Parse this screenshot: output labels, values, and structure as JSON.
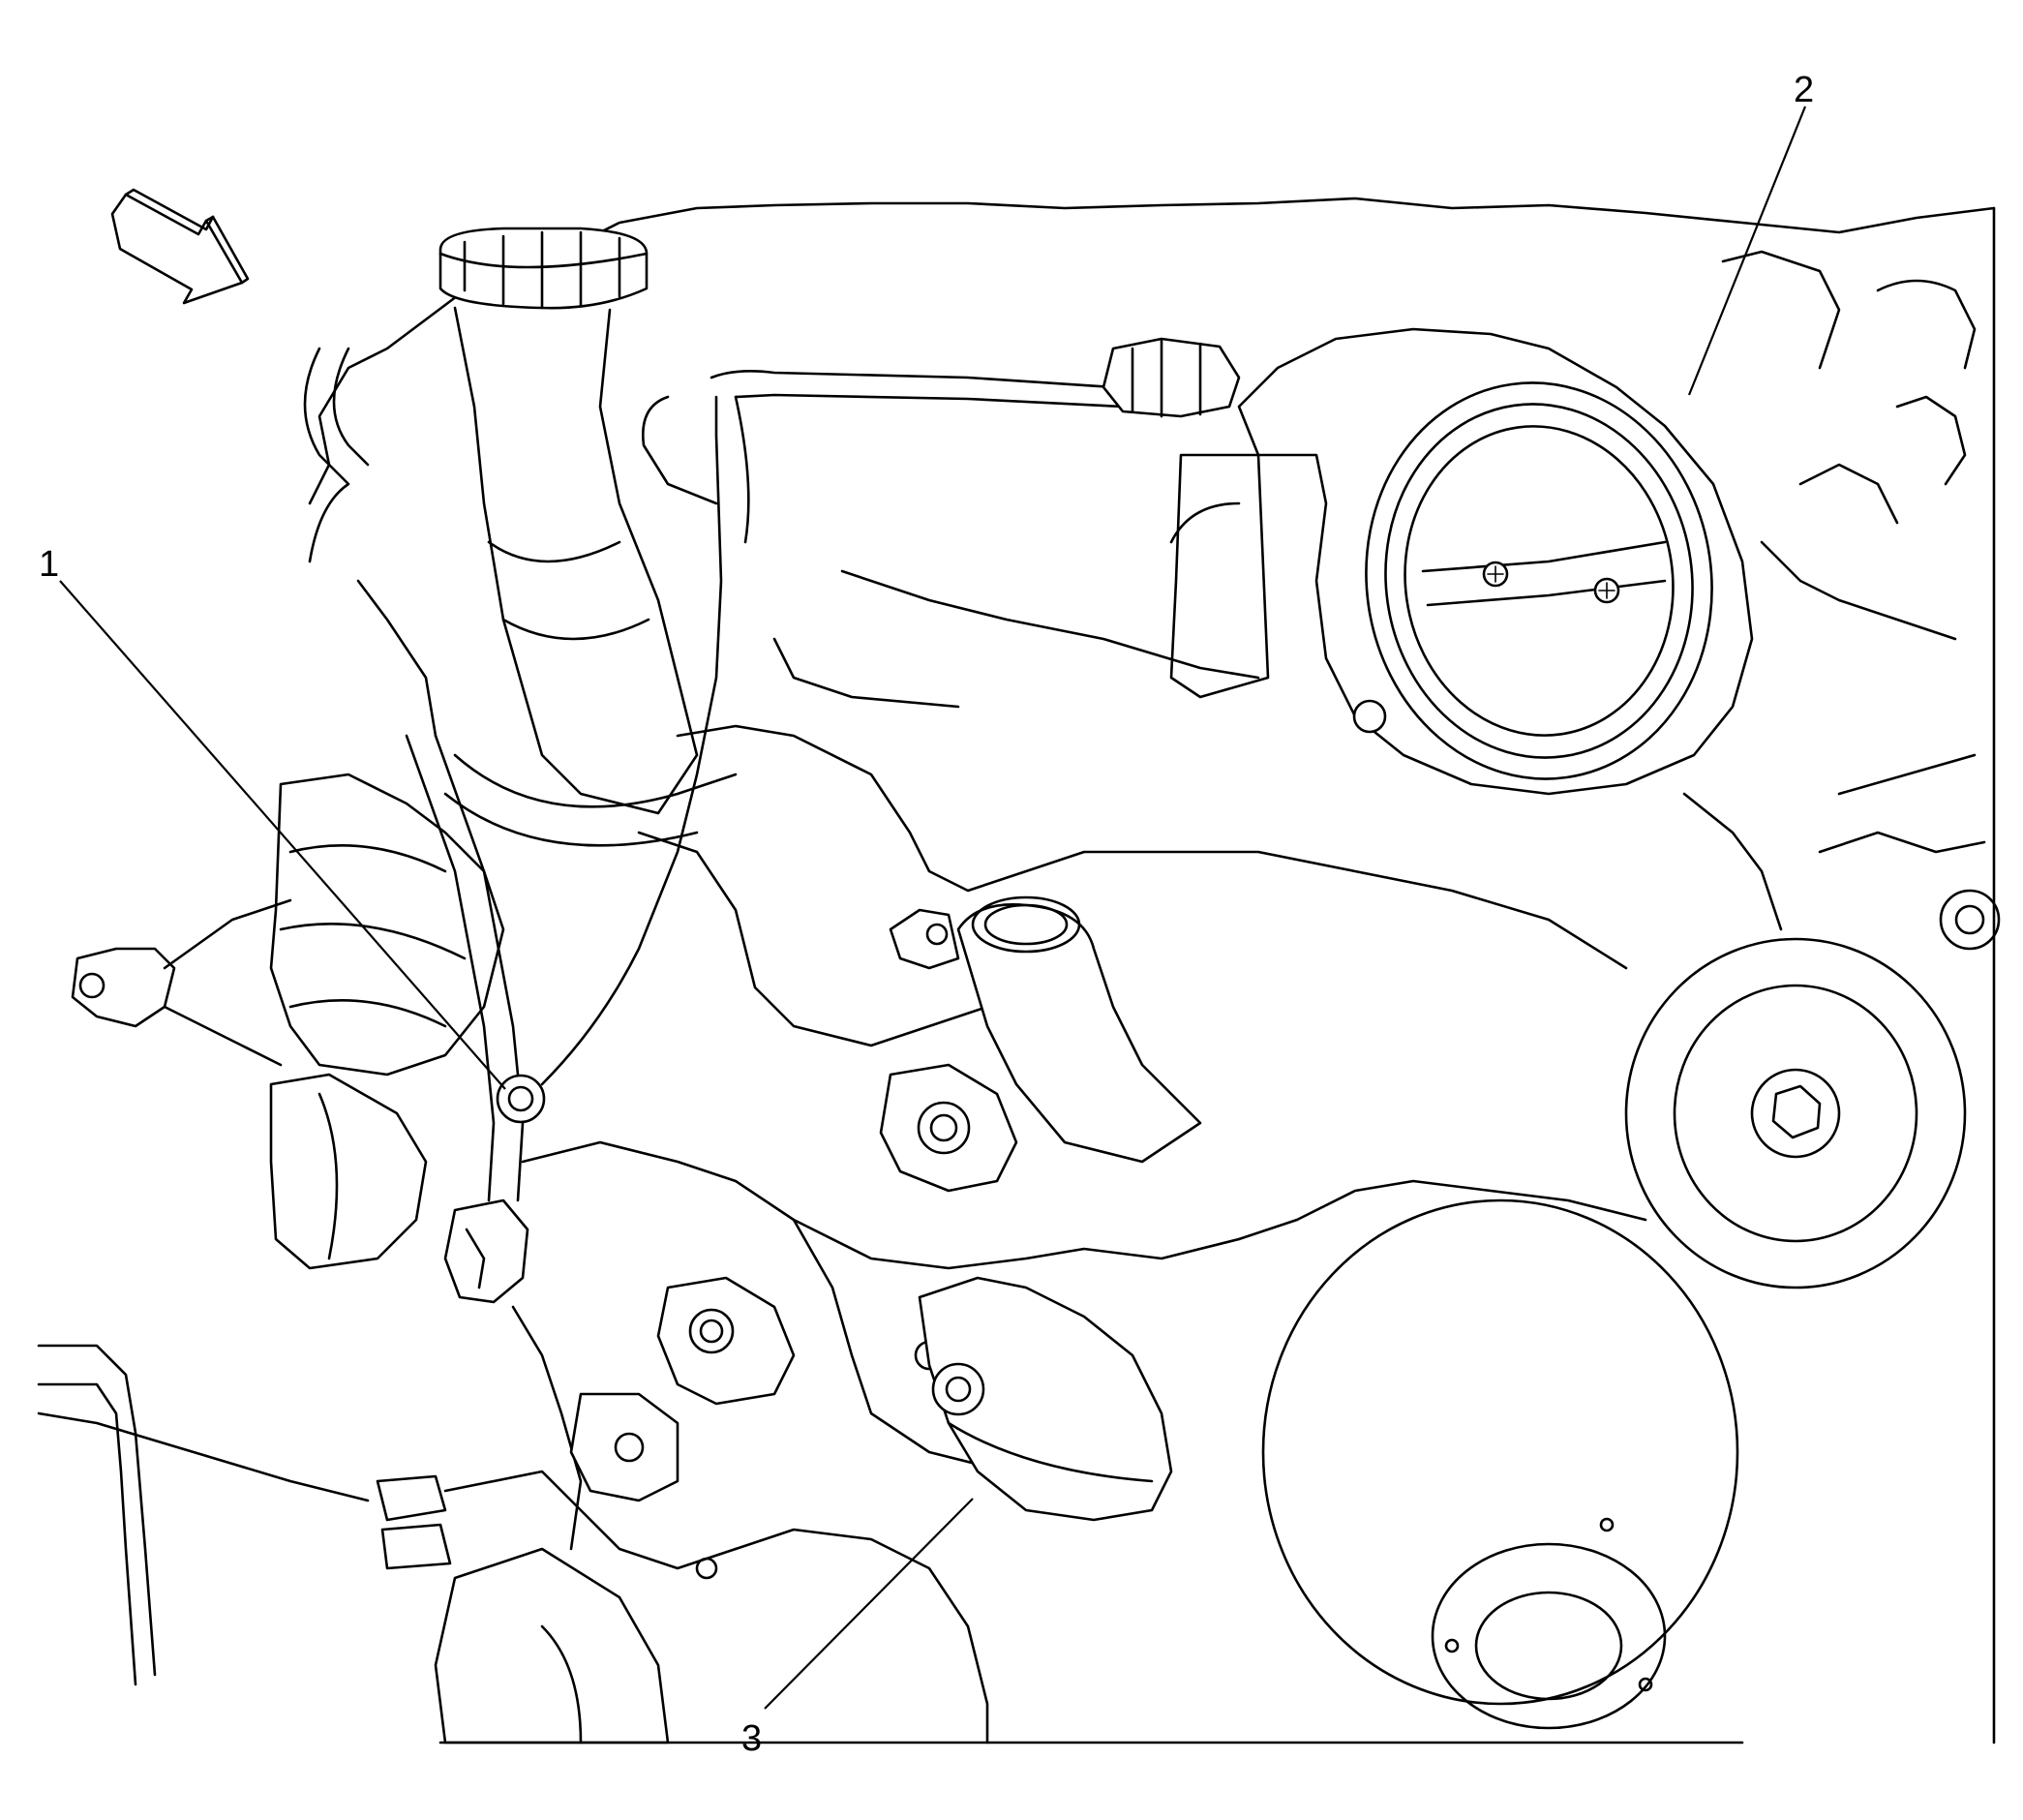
{
  "callouts": [
    {
      "id": "callout-1",
      "number": "1"
    },
    {
      "id": "callout-2",
      "number": "2"
    },
    {
      "id": "callout-3",
      "number": "3"
    }
  ],
  "icons": {
    "direction": "front-of-vehicle-arrow-icon"
  }
}
